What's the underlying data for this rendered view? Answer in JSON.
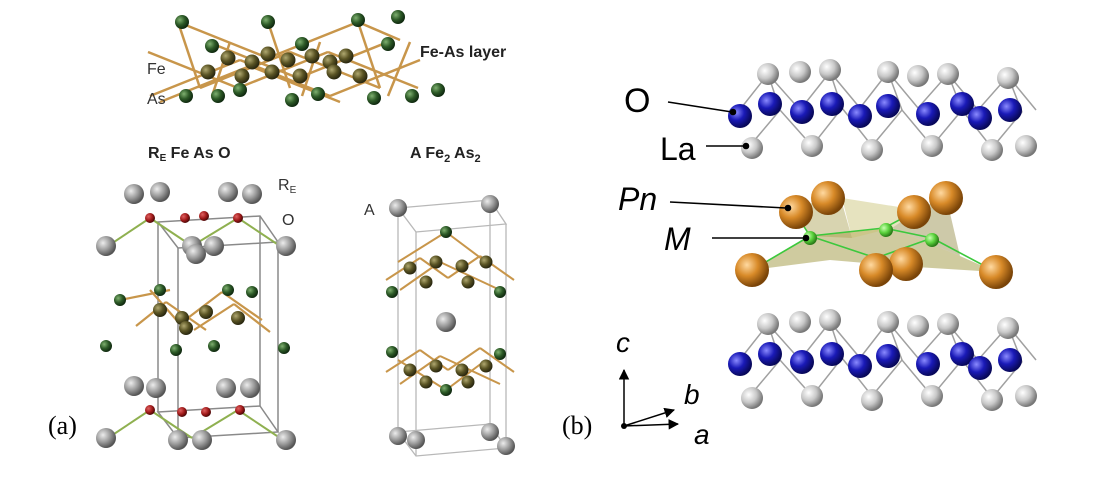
{
  "panel_a": {
    "tag": "(a)",
    "fe_as_layer": {
      "fe": "Fe",
      "as": "As",
      "layer": "Fe-As layer"
    },
    "re_fe_as_o": {
      "title": {
        "r": "R",
        "r_sub": "E",
        "rest": " Fe As O"
      },
      "re_label": {
        "r": "R",
        "r_sub": "E"
      },
      "o_label": "O"
    },
    "a_fe2_as2": {
      "title": {
        "a": "A Fe",
        "sub1": "2",
        "as": " As",
        "sub2": "2"
      },
      "a_label": "A"
    }
  },
  "panel_b": {
    "tag": "(b)",
    "labels": {
      "o": "O",
      "la": "La",
      "pn": "Pn",
      "m": "M"
    },
    "axes": {
      "c": "c",
      "b": "b",
      "a": "a"
    }
  },
  "colors": {
    "background": "#ffffff",
    "fe_atom": "#4f4a1f",
    "as_atom": "#2d5a27",
    "bond_tan": "#c8964b",
    "re_atom": "#9c9c9c",
    "o_atom_red": "#a01a1a",
    "o_atom_blue": "#1a1ab8",
    "la_atom": "#c8c8c8",
    "pn_atom": "#d88a28",
    "m_atom": "#5ad23c",
    "plane": "#a8a050"
  }
}
